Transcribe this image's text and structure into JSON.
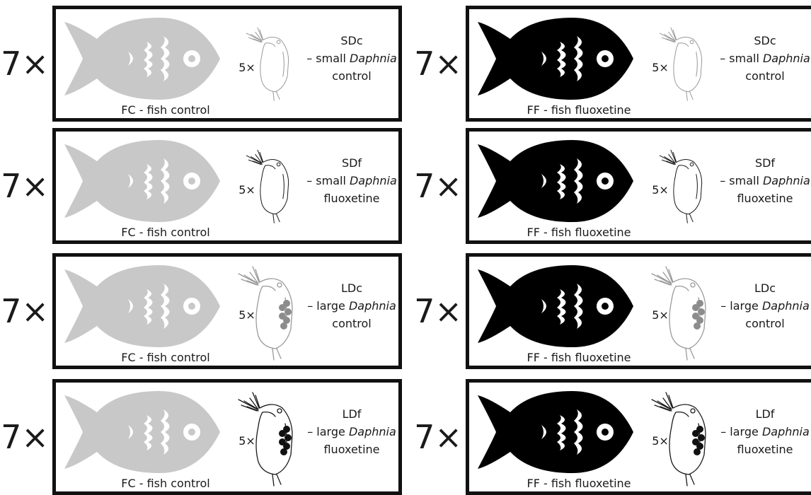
{
  "colors": {
    "control_fish": "#c8c8c8",
    "fluoxetine_fish": "#000000",
    "frame": "#111111"
  },
  "panels": [
    {
      "multiplier": "7×",
      "fish_label": "FC - fish control",
      "fish_fill": "#c8c8c8",
      "daphnia_multiplier": "5×",
      "code": "SDc",
      "size_label": "– small",
      "species": "Daphnia",
      "treatment": "control",
      "daphnia_size": "small",
      "daphnia_stroke": "#9a9a9a",
      "daphnia_eggs": false
    },
    {
      "multiplier": "7×",
      "fish_label": "FF - fish fluoxetine",
      "fish_fill": "#000000",
      "daphnia_multiplier": "5×",
      "code": "SDc",
      "size_label": "– small",
      "species": "Daphnia",
      "treatment": "control",
      "daphnia_size": "small",
      "daphnia_stroke": "#9a9a9a",
      "daphnia_eggs": false
    },
    {
      "multiplier": "7×",
      "fish_label": "FC - fish control",
      "fish_fill": "#c8c8c8",
      "daphnia_multiplier": "5×",
      "code": "SDf",
      "size_label": "– small",
      "species": "Daphnia",
      "treatment": "fluoxetine",
      "daphnia_size": "small",
      "daphnia_stroke": "#1a1a1a",
      "daphnia_eggs": false
    },
    {
      "multiplier": "7×",
      "fish_label": "FF - fish fluoxetine",
      "fish_fill": "#000000",
      "daphnia_multiplier": "5×",
      "code": "SDf",
      "size_label": "– small",
      "species": "Daphnia",
      "treatment": "fluoxetine",
      "daphnia_size": "small",
      "daphnia_stroke": "#1a1a1a",
      "daphnia_eggs": false
    },
    {
      "multiplier": "7×",
      "fish_label": "FC - fish control",
      "fish_fill": "#c8c8c8",
      "daphnia_multiplier": "5×",
      "code": "LDc",
      "size_label": "– large",
      "species": "Daphnia",
      "treatment": "control",
      "daphnia_size": "large",
      "daphnia_stroke": "#9a9a9a",
      "daphnia_eggs": true
    },
    {
      "multiplier": "7×",
      "fish_label": "FF - fish fluoxetine",
      "fish_fill": "#000000",
      "daphnia_multiplier": "5×",
      "code": "LDc",
      "size_label": "– large",
      "species": "Daphnia",
      "treatment": "control",
      "daphnia_size": "large",
      "daphnia_stroke": "#9a9a9a",
      "daphnia_eggs": true
    },
    {
      "multiplier": "7×",
      "fish_label": "FC - fish control",
      "fish_fill": "#c8c8c8",
      "daphnia_multiplier": "5×",
      "code": "LDf",
      "size_label": "– large",
      "species": "Daphnia",
      "treatment": "fluoxetine",
      "daphnia_size": "large",
      "daphnia_stroke": "#1a1a1a",
      "daphnia_eggs": true
    },
    {
      "multiplier": "7×",
      "fish_label": "FF - fish fluoxetine",
      "fish_fill": "#000000",
      "daphnia_multiplier": "5×",
      "code": "LDf",
      "size_label": "– large",
      "species": "Daphnia",
      "treatment": "fluoxetine",
      "daphnia_size": "large",
      "daphnia_stroke": "#1a1a1a",
      "daphnia_eggs": true
    }
  ]
}
